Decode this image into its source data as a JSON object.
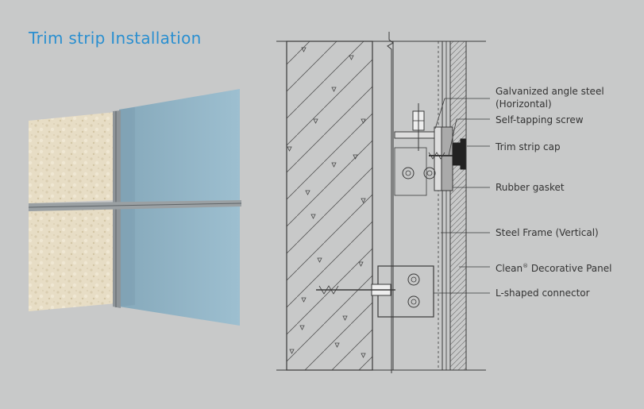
{
  "title": "Trim strip Installation",
  "callouts": [
    {
      "line1": "Galvanized angle steel",
      "line2": "(Horizontal)"
    },
    {
      "line1": "Self-tapping screw"
    },
    {
      "line1": "Trim strip cap"
    },
    {
      "line1": "Rubber gasket"
    },
    {
      "line1": "Steel Frame (Vertical)"
    },
    {
      "line1": "Clean",
      "sup": "®",
      "rest": " Decorative Panel"
    },
    {
      "line1": "L-shaped connector"
    }
  ],
  "colors": {
    "background": "#c8c9c9",
    "title": "#2a8fd0",
    "glass": "#8fb3c6",
    "stone": "#e6dcc3",
    "line": "#3a3a3a"
  }
}
